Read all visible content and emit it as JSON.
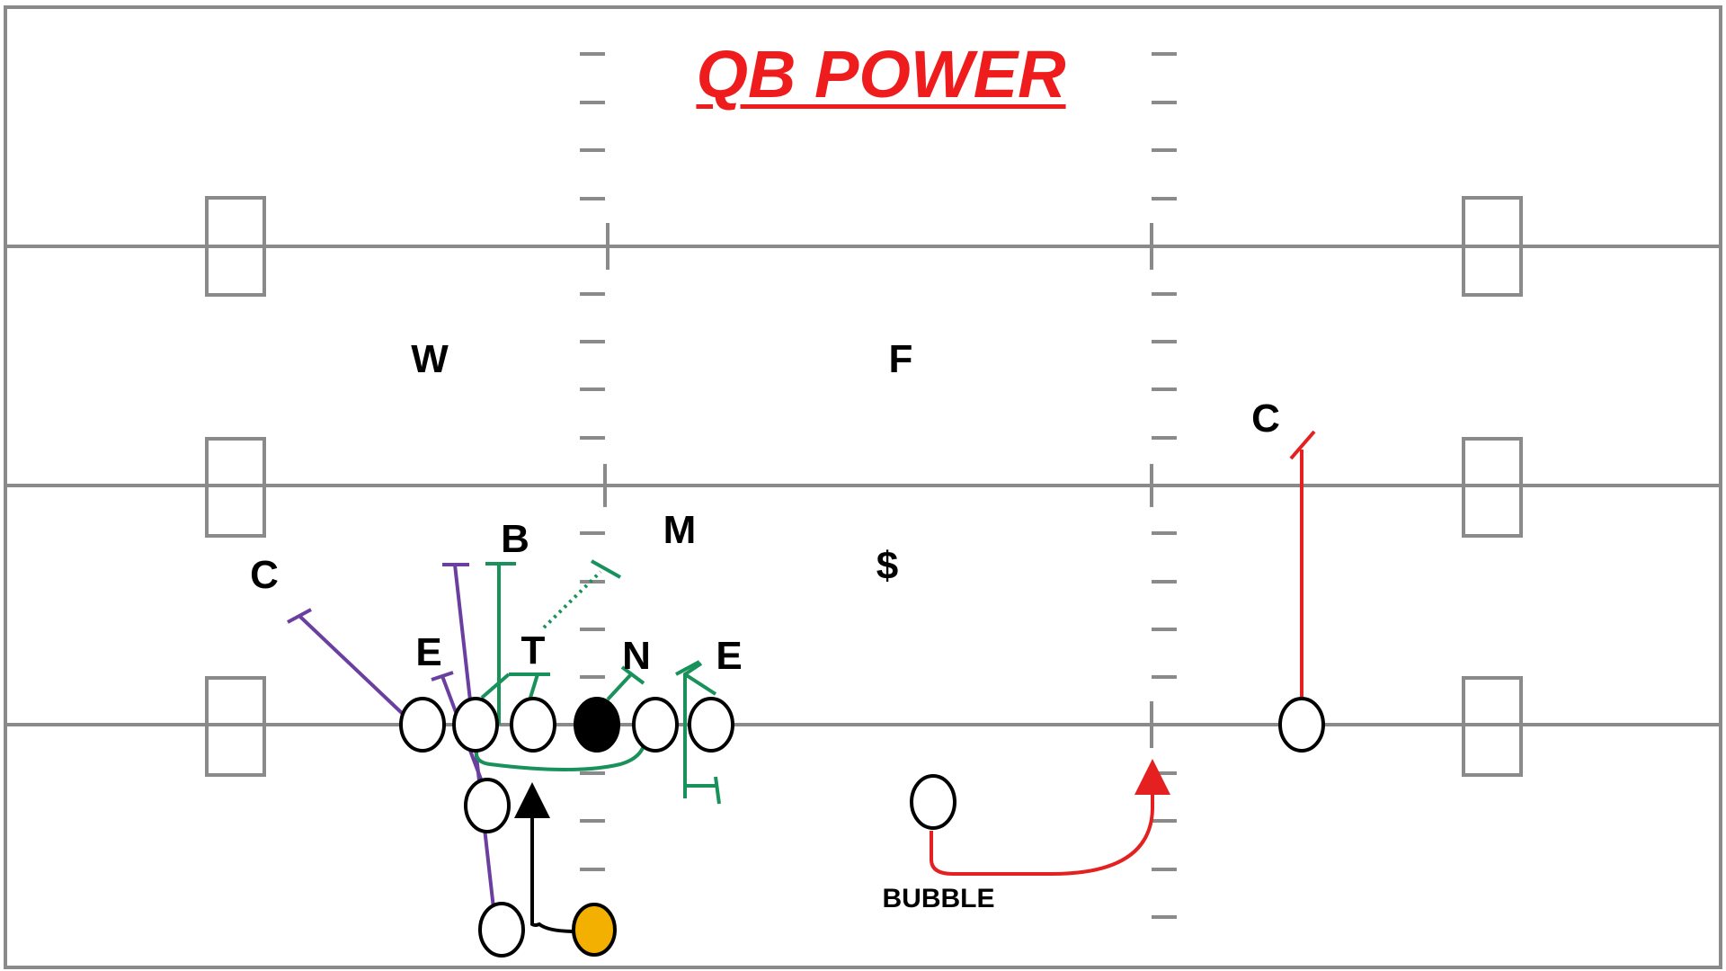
{
  "title": "QB POWER",
  "colors": {
    "title": "#ee1c1c",
    "field_lines": "#8a8a8a",
    "hash_marks": "#8a8a8a",
    "block_purple": "#6a3fa0",
    "block_green": "#18915a",
    "route_red": "#e52020",
    "motion_black": "#000000",
    "center_fill": "#000000",
    "qb_fill": "#f4b000"
  },
  "defenders": {
    "w": "W",
    "f": "F",
    "c_left": "C",
    "c_right": "C",
    "b": "B",
    "m": "M",
    "dollar": "$",
    "e_left": "E",
    "t": "T",
    "n": "N",
    "e_right": "E"
  },
  "annotations": {
    "bubble": "BUBBLE"
  }
}
